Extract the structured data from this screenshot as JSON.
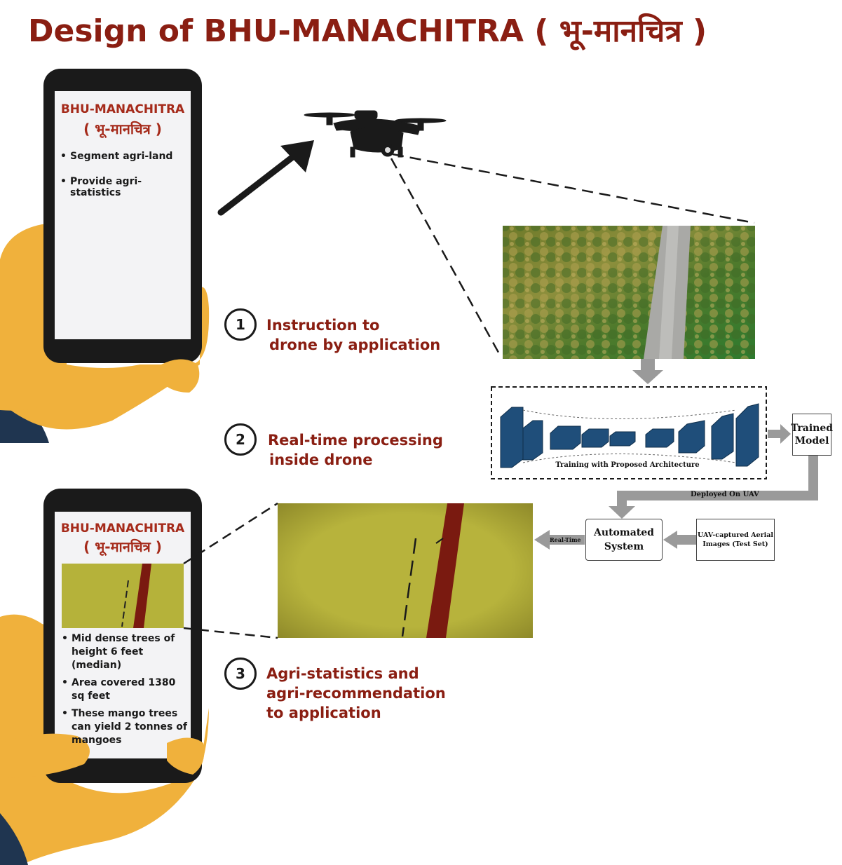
{
  "title": "Design of BHU-MANACHITRA ( भू-मानचित्र )",
  "phone_top": {
    "app_name": "BHU-MANACHITRA",
    "app_name_hindi": "( भू-मानचित्र )",
    "bullets": [
      "Segment agri-land",
      "Provide agri-statistics"
    ]
  },
  "phone_bottom": {
    "app_name": "BHU-MANACHITRA",
    "app_name_hindi": "( भू-मानचित्र )",
    "bullets": [
      "Mid dense trees of height 6 feet (median)",
      "Area covered 1380 sq feet",
      "These mango trees can yield 2 tonnes of mangoes"
    ]
  },
  "steps": [
    {
      "number": "1",
      "line1": "Instruction to",
      "line2": "drone by application",
      "line3": ""
    },
    {
      "number": "2",
      "line1": "Real-time processing",
      "line2": "inside drone",
      "line3": ""
    },
    {
      "number": "3",
      "line1": "Agri-statistics and",
      "line2": "agri-recommendation",
      "line3": "to application"
    }
  ],
  "pipeline": {
    "training_caption": "Training with Proposed Architecture",
    "trained_model": [
      "Trained",
      "Model"
    ],
    "deployed_label": "Deployed On UAV",
    "automated_system": [
      "Automated",
      "System"
    ],
    "uav_images": [
      "UAV-captured Aerial",
      "Images (Test Set)"
    ],
    "realtime_label": "Real-Time"
  },
  "colors": {
    "title": "#8a1e12",
    "hand": "#f0b13c",
    "sleeve": "#1f3550",
    "phone": "#1a1a1a",
    "screen": "#f3f3f5",
    "segmentation_bg": "#b5b23a",
    "segmentation_road": "#7a1a10",
    "architecture_block": "#1f4e7a",
    "gray_arrow": "#9a9a9a"
  },
  "icons": [
    "drone-icon",
    "arrow-icon",
    "hand-icon",
    "smartphone-icon"
  ]
}
